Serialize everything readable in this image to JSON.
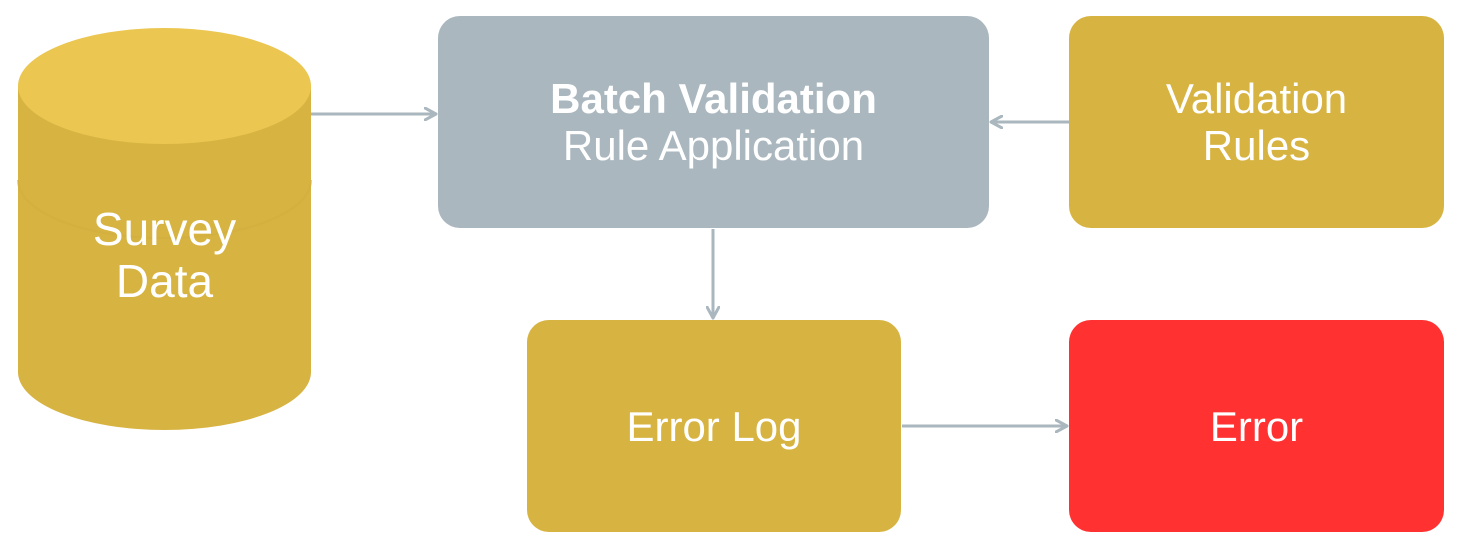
{
  "colors": {
    "gold": "#d7b341",
    "gold_top": "#ebc651",
    "gray": "#aab7bf",
    "red": "#ff3131",
    "arrow": "#aab7bf",
    "text": "#ffffff"
  },
  "nodes": {
    "survey_data": {
      "shape": "database-cylinder",
      "lines": [
        "Survey",
        "Data"
      ]
    },
    "batch_validation": {
      "title": "Batch Validation",
      "subtitle": "Rule Application"
    },
    "validation_rules": {
      "lines": [
        "Validation",
        "Rules"
      ]
    },
    "error_log": {
      "label": "Error Log"
    },
    "error": {
      "label": "Error"
    }
  },
  "edges": [
    {
      "from": "survey_data",
      "to": "batch_validation"
    },
    {
      "from": "validation_rules",
      "to": "batch_validation"
    },
    {
      "from": "batch_validation",
      "to": "error_log"
    },
    {
      "from": "error_log",
      "to": "error"
    }
  ]
}
